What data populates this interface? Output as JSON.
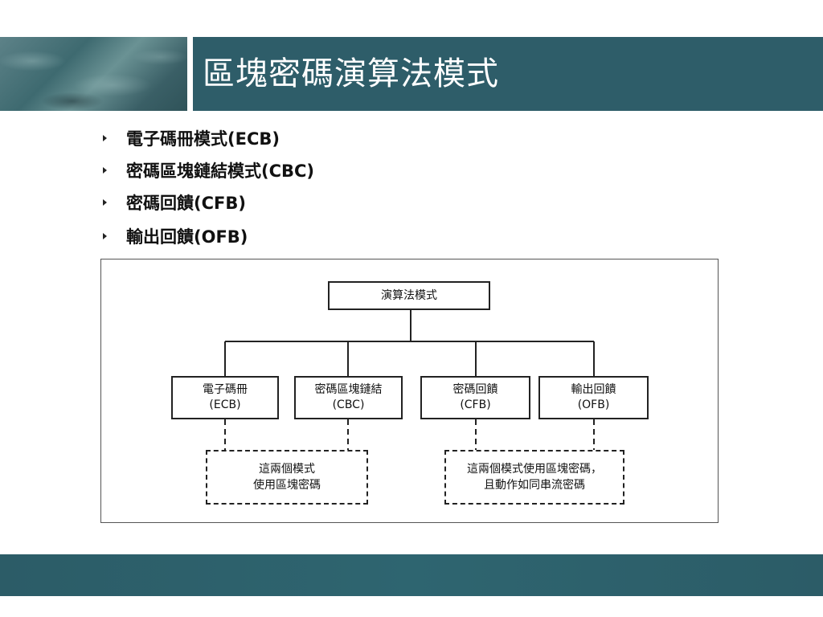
{
  "slide": {
    "title": "區塊密碼演算法模式"
  },
  "bullets": [
    "電子碼冊模式(ECB)",
    "密碼區塊鏈結模式(CBC)",
    "密碼回饋(CFB)",
    "輸出回饋(OFB)"
  ],
  "diagram": {
    "root": "演算法模式",
    "modes": [
      {
        "line1": "電子碼冊",
        "line2": "(ECB)"
      },
      {
        "line1": "密碼區塊鏈結",
        "line2": "(CBC)"
      },
      {
        "line1": "密碼回饋",
        "line2": "(CFB)"
      },
      {
        "line1": "輸出回饋",
        "line2": "(OFB)"
      }
    ],
    "notes": [
      {
        "line1": "這兩個模式",
        "line2": "使用區塊密碼"
      },
      {
        "line1": "這兩個模式使用區塊密碼，",
        "line2": "且動作如同串流密碼"
      }
    ]
  },
  "colors": {
    "header_band": "#2e5d69",
    "footer_band": "#2c5c67",
    "title_text": "#ffffff"
  }
}
